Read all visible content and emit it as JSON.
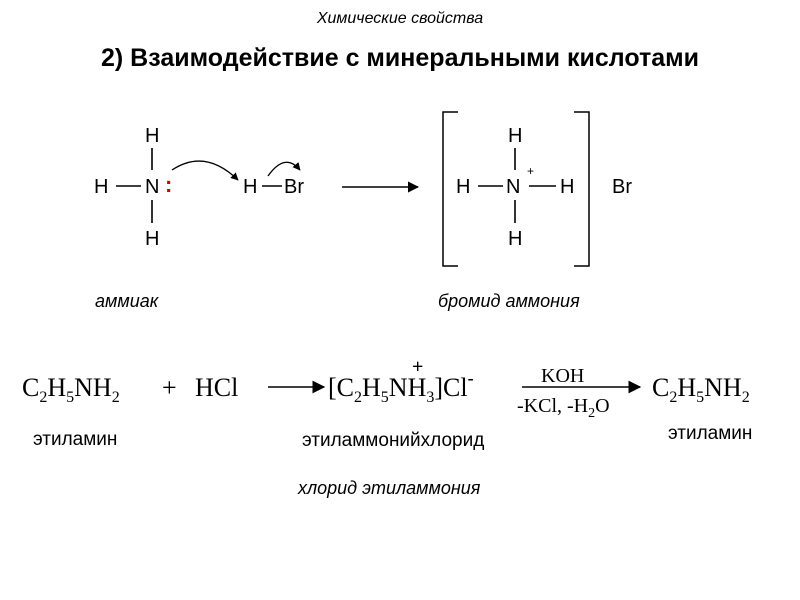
{
  "header": {
    "subtitle": "Химические свойства",
    "title": "2) Взаимодействие с минеральными кислотами"
  },
  "reaction1": {
    "atom_h": "H",
    "atom_n": "N",
    "lone_pair": ":",
    "atom_br": "Br",
    "plus": "+",
    "label_reactant": "аммиак",
    "label_product": "бромид аммония",
    "colors": {
      "lone_pair": "#cc0000"
    }
  },
  "reaction2": {
    "c": "C",
    "sub2": "2",
    "h": "H",
    "sub5": "5",
    "nh": "NH",
    "nh_sub2": "2",
    "plus_sign": "+",
    "hcl": "HCl",
    "open_bracket": "[",
    "nh3": "NH",
    "sub3": "3",
    "close_cl": "]Cl",
    "minus": "-",
    "charge_plus": "+",
    "koh": "KOH",
    "conditions_a": "-KCl, -H",
    "conditions_o": "O",
    "name_reactant": "этиламин",
    "name_intermediate": "этиламмонийхлорид",
    "name_product": "этиламин",
    "name_alt": "хлорид этиламмония"
  }
}
